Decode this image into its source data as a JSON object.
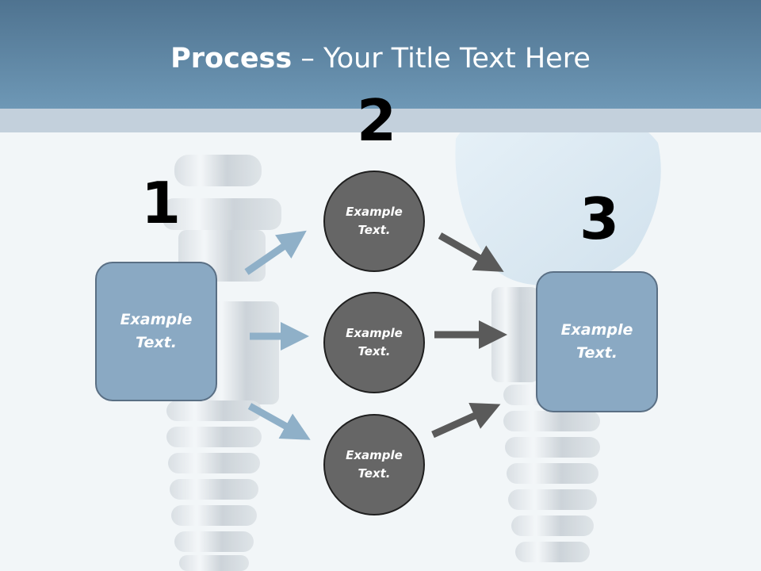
{
  "title": {
    "bold": "Process",
    "rest": " – Your Title Text Here"
  },
  "steps": [
    {
      "number": "1",
      "text": "Example\nText."
    },
    {
      "number": "2"
    },
    {
      "number": "3",
      "text": "Example\nText."
    }
  ],
  "circles": [
    {
      "text": "Example\nText."
    },
    {
      "text": "Example\nText."
    },
    {
      "text": "Example\nText."
    }
  ],
  "colors": {
    "header": "#5f86a4",
    "box_fill": "#8aa9c3",
    "circle_fill": "#666666",
    "arrow_blue": "#8fb0c8",
    "arrow_gray": "#5a5a5a"
  }
}
